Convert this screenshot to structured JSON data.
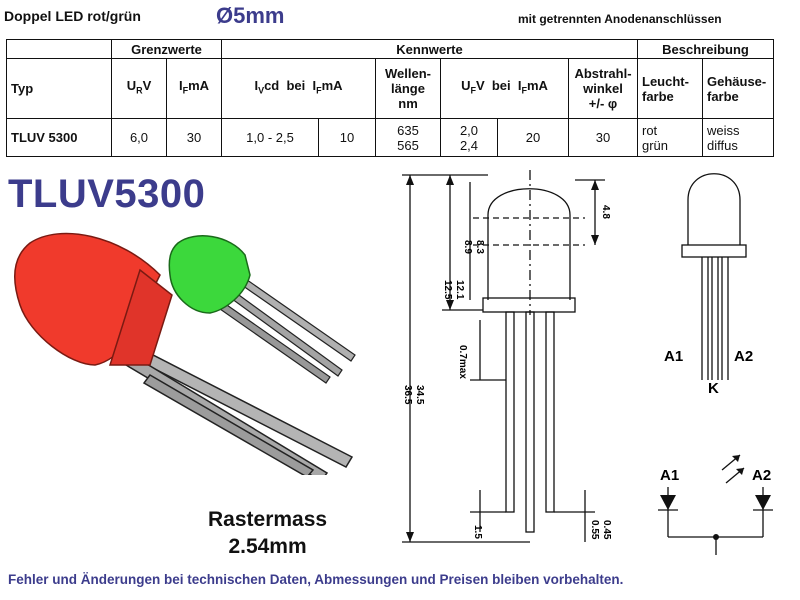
{
  "header": {
    "title": "Doppel LED rot/grün",
    "size": "Ø5mm",
    "note": "mit getrennten Anodenanschlüssen"
  },
  "table": {
    "group_limits": "Grenzwerte",
    "group_values": "Kennwerte",
    "group_desc": "Beschreibung",
    "col_type": "Typ",
    "col_ur": {
      "main": "U",
      "sub": "R",
      "rest": "V"
    },
    "col_if": {
      "main": "I",
      "sub": "F",
      "rest": "mA"
    },
    "col_iv": {
      "main": "I",
      "sub": "V",
      "rest": "cd  bei  ",
      "main2": "I",
      "sub2": "F",
      "rest2": "mA"
    },
    "col_wave": "Wellen-\nlänge\nnm",
    "col_uf": {
      "main": "U",
      "sub": "F",
      "rest": "V  bei  ",
      "main2": "I",
      "sub2": "F",
      "rest2": "mA"
    },
    "col_angle": "Abstrahl-\nwinkel\n+/- φ",
    "col_color": "Leucht-\nfarbe",
    "col_case": "Gehäuse-\nfarbe",
    "row": {
      "type": "TLUV 5300",
      "ur": "6,0",
      "if": "30",
      "iv": "1,0 - 2,5",
      "iv_if": "10",
      "wave": "635\n565",
      "uf": "2,0\n2,4",
      "uf_if": "20",
      "angle": "30",
      "color": "rot\ngrün",
      "case": "weiss\ndiffus"
    }
  },
  "big_title": "TLUV5300",
  "raster": {
    "line1": "Rastermass",
    "line2": "2.54mm"
  },
  "dimensions": {
    "d48": "4.8",
    "d89": "8.9",
    "d83": "8.3",
    "d125": "12.5",
    "d121": "12.1",
    "d365": "36.5",
    "d345": "34.5",
    "d07": "0.7max",
    "d15": "1.5",
    "d055": "0.55",
    "d045": "0.45"
  },
  "pins": {
    "a1": "A1",
    "a2": "A2",
    "k": "K"
  },
  "footer": "Fehler und Änderungen bei technischen Daten, Abmessungen und Preisen bleiben vorbehalten.",
  "colors": {
    "accent": "#3c3c8c",
    "red_led": "#f03a2c",
    "green_led": "#3cd83c"
  }
}
